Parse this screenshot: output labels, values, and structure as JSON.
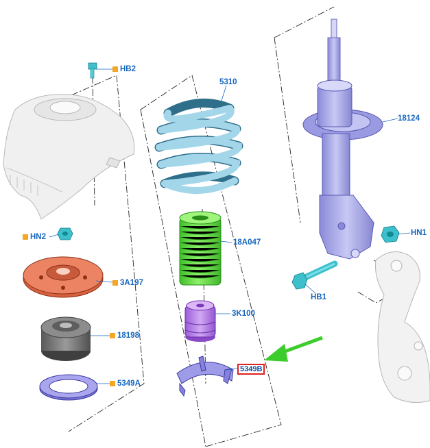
{
  "diagram": {
    "labels": {
      "hb2": "HB2",
      "hn2": "HN2",
      "a3a197": "3A197",
      "p18198": "18198",
      "p5349a": "5349A",
      "p5310": "5310",
      "p18a047": "18A047",
      "p3k100": "3K100",
      "p5349b": "5349B",
      "p18124": "18124",
      "hn1": "HN1",
      "hb1": "HB1"
    },
    "colors": {
      "label_blue": "#1565c0",
      "marker_orange": "#f5a623",
      "highlight_red": "#e02020",
      "arrow_green": "#3ccc2c",
      "spring_blue": "#8ec8de",
      "boot_green": "#6fe04a",
      "bumper_purple": "#b07de0",
      "strut_lavender": "#a9a9e8",
      "mount_orange": "#e07050",
      "bolt_cyan": "#3ec0cc"
    }
  }
}
